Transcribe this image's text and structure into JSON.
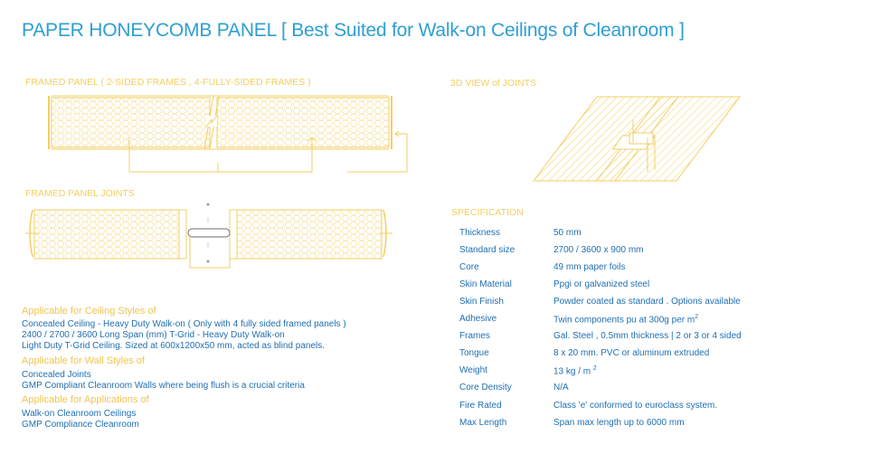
{
  "title": "PAPER HONEYCOMB PANEL  [ Best Suited for Walk-on Ceilings of Cleanroom ]",
  "diagrams": {
    "framed_panel": "FRAMED PANEL ( 2-SIDED FRAMES , 4-FULLY-SIDED FRAMES )",
    "framed_panel_joints": "FRAMED PANEL JOINTS",
    "view_3d": "3D VIEW of JOINTS"
  },
  "applications": {
    "ceiling_heading": "Applicable for Ceiling Styles of",
    "ceiling_lines": [
      "Concealed Ceiling - Heavy Duty Walk-on   ( Only with 4 fully sided  framed panels )",
      "2400 / 2700 / 3600 Long Span (mm) T-Grid - Heavy Duty Walk-on",
      "Light Duty T-Grid Ceiling. Sized at 600x1200x50 mm,  acted as blind panels."
    ],
    "wall_heading": "Applicable for Wall Styles of",
    "wall_lines": [
      "Concealed Joints",
      "GMP Compliant  Cleanroom Walls where  being flush is a crucial criteria"
    ],
    "app_heading": "Applicable for Applications of",
    "app_lines": [
      "Walk-on Cleanroom Ceilings",
      "GMP Compliance Cleanroom"
    ]
  },
  "specification": {
    "heading": "SPECIFICATION",
    "rows": [
      {
        "key": "Thickness",
        "value": "50 mm"
      },
      {
        "key": "Standard size",
        "value": "2700 / 3600 x 900 mm"
      },
      {
        "key": "Core",
        "value": "49 mm paper foils"
      },
      {
        "key": "Skin Material",
        "value": "Ppgi or galvanized steel"
      },
      {
        "key": "Skin Finish",
        "value": "Powder coated as standard . Options available"
      },
      {
        "key": "Adhesive",
        "value": "Twin components pu at 300g per m",
        "sup": "2"
      },
      {
        "key": "Frames",
        "value": "Gal. Steel , 0.5mm thickness | 2 or 3 or 4 sided"
      },
      {
        "key": "Tongue",
        "value": "8 x 20 mm. PVC or aluminum extruded"
      },
      {
        "key": "Weight",
        "value": "13 kg / m ",
        "sup": "2"
      },
      {
        "key": "Core Density",
        "value": "N/A"
      },
      {
        "key": "Fire Rated",
        "value": "Class 'e' conformed to euroclass system."
      },
      {
        "key": "Max Length",
        "value": "Span max length up to 6000 mm"
      }
    ]
  },
  "colors": {
    "title": "#2e9fd0",
    "accent": "#f2c451",
    "text": "#1f6fb2"
  }
}
